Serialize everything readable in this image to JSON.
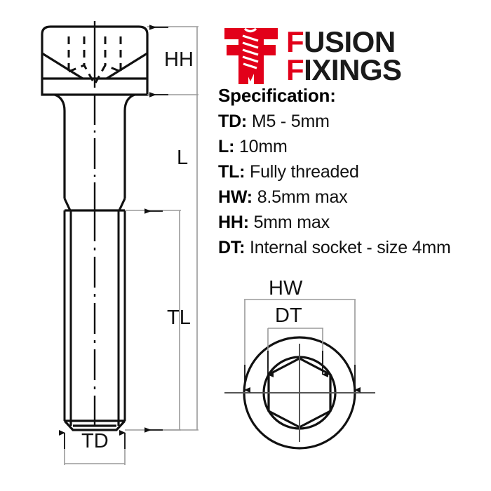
{
  "brand": {
    "logo_icon": "screw-ff-logo-icon",
    "line1_lead": "F",
    "line1_rest": "USION",
    "line2_lead": "F",
    "line2_rest": "IXINGS",
    "accent_color": "#e2001a",
    "text_color": "#1a1a1a"
  },
  "spec": {
    "title": "Specification:",
    "rows": [
      {
        "key": "TD:",
        "value": "M5 - 5mm"
      },
      {
        "key": "L:",
        "value": "10mm"
      },
      {
        "key": "TL:",
        "value": "Fully threaded"
      },
      {
        "key": "HW:",
        "value": "8.5mm max"
      },
      {
        "key": "HH:",
        "value": "5mm max"
      },
      {
        "key": "DT:",
        "value": "Internal socket - size 4mm"
      }
    ]
  },
  "dimensions": {
    "hh": "HH",
    "l": "L",
    "tl": "TL",
    "td": "TD",
    "hw": "HW",
    "dt": "DT"
  },
  "drawing": {
    "side_view_name": "socket-cap-screw-side-view",
    "top_view_name": "socket-cap-screw-top-view",
    "line_color": "#111111",
    "dimension_line_color": "#888888"
  }
}
